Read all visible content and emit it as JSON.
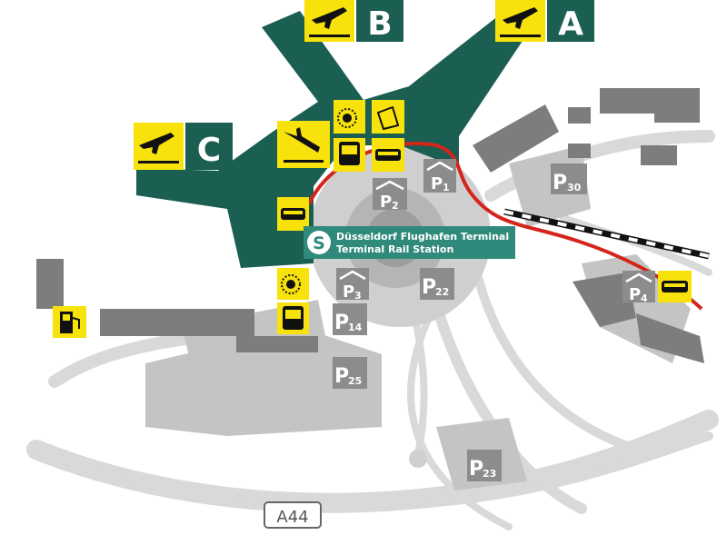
{
  "colors": {
    "terminal_green": "#1b5f53",
    "label_teal": "#2f8a7b",
    "icon_yellow": "#f7e20c",
    "road_grey": "#d9d9d9",
    "area_grey": "#bdbdbd",
    "parking_grey": "#8c8c8c",
    "building_grey": "#7d7d7d",
    "rail_red": "#d4251c"
  },
  "terminals": [
    {
      "letter": "A",
      "icon": "departure-plane-icon"
    },
    {
      "letter": "B",
      "icon": "departure-plane-icon"
    },
    {
      "letter": "C",
      "icon": "departure-plane-icon"
    }
  ],
  "station": {
    "symbol": "S",
    "line1": "Düsseldorf Flughafen Terminal",
    "line2": "Terminal Rail Station"
  },
  "parking": [
    {
      "id": "p1",
      "letter": "P",
      "num": "1"
    },
    {
      "id": "p2",
      "letter": "P",
      "num": "2"
    },
    {
      "id": "p3",
      "letter": "P",
      "num": "3"
    },
    {
      "id": "p4",
      "letter": "P",
      "num": "4"
    },
    {
      "id": "p14",
      "letter": "P",
      "num": "14"
    },
    {
      "id": "p22",
      "letter": "P",
      "num": "22"
    },
    {
      "id": "p23",
      "letter": "P",
      "num": "23"
    },
    {
      "id": "p25",
      "letter": "P",
      "num": "25"
    },
    {
      "id": "p30",
      "letter": "P",
      "num": "30"
    }
  ],
  "road": {
    "label": "A44"
  }
}
